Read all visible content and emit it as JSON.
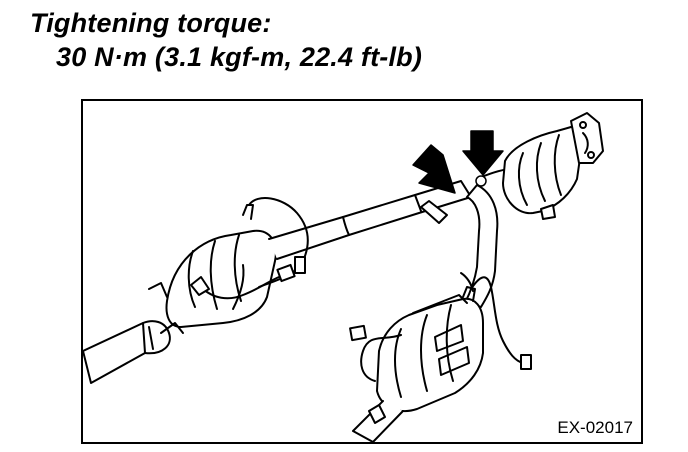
{
  "spec": {
    "label": "Tightening torque:",
    "value": "30 N·m (3.1 kgf-m, 22.4 ft-lb)"
  },
  "figure": {
    "code": "EX-02017",
    "markers": [
      "arrow-icon",
      "arrow-icon"
    ]
  },
  "colors": {
    "ink": "#000000",
    "paper": "#ffffff"
  }
}
